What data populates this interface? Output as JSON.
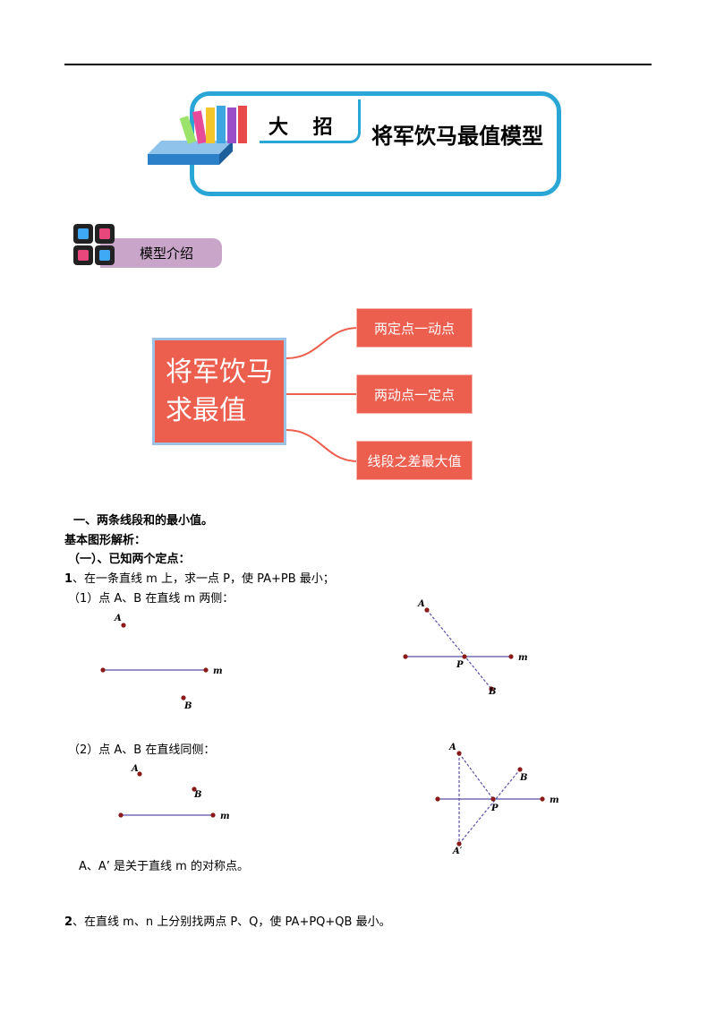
{
  "banner": {
    "tag": "大 招",
    "title": "将军饮马最值模型"
  },
  "section_header": {
    "label": "模型介绍"
  },
  "mindmap": {
    "center": [
      "将军饮马",
      "求最值"
    ],
    "branches": [
      "两定点一动点",
      "两动点一定点",
      "线段之差最大值"
    ]
  },
  "body": {
    "h1": "一、两条线段和的最小值。",
    "h2": "基本图形解析：",
    "h3": "（一）、已知两个定点：",
    "p1_num": "1",
    "p1": "、在一条直线 m 上，求一点 P，使 PA+PB 最小；",
    "sub1": "（1）点 A、B 在直线 m 两侧：",
    "sub2": "（2）点 A、B 在直线同侧：",
    "note": "A、A’ 是关于直线 m 的对称点。",
    "p2_num": "2",
    "p2": "、在直线 m、n 上分别找两点 P、Q，使 PA+PQ+QB 最小。"
  },
  "figures": {
    "fig1_left": {
      "labels": [
        "A",
        "m",
        "B"
      ]
    },
    "fig1_right": {
      "labels": [
        "A",
        "P",
        "m",
        "B"
      ]
    },
    "fig2_left": {
      "labels": [
        "A",
        "B",
        "m"
      ]
    },
    "fig2_right": {
      "labels": [
        "A",
        "B",
        "P",
        "m",
        "A′"
      ]
    }
  },
  "colors": {
    "accent": "#2aa6d6",
    "mindmap": "#ec5e4d",
    "section": "#c9a5c9",
    "line": "#5a4fa8",
    "point": "#8b1a1a"
  }
}
